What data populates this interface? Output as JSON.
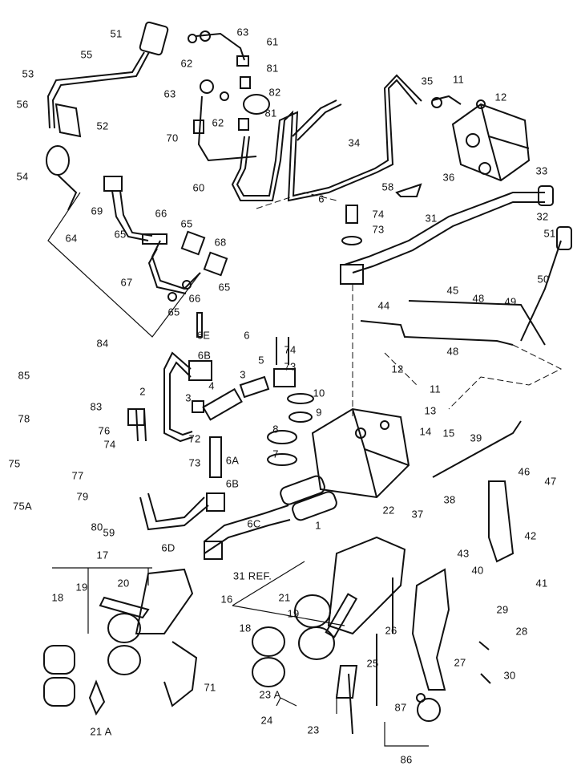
{
  "callouts": [
    "51",
    "55",
    "53",
    "56",
    "52",
    "54",
    "63",
    "62",
    "61",
    "81",
    "82",
    "63",
    "62",
    "81",
    "70",
    "60",
    "34",
    "35",
    "11",
    "12",
    "36",
    "33",
    "32",
    "51",
    "58",
    "31",
    "6",
    "74",
    "73",
    "64",
    "69",
    "66",
    "65",
    "65",
    "68",
    "67",
    "65",
    "66",
    "65",
    "84",
    "85",
    "78",
    "83",
    "76",
    "75",
    "77",
    "79",
    "75A",
    "80",
    "6E",
    "6B",
    "6",
    "74",
    "5",
    "73",
    "3",
    "2",
    "4",
    "3",
    "10",
    "9",
    "8",
    "7",
    "72",
    "74",
    "73",
    "6A",
    "6B",
    "59",
    "6C",
    "6D",
    "31 REF.",
    "1",
    "44",
    "45",
    "48",
    "49",
    "50",
    "48",
    "12",
    "11",
    "13",
    "14",
    "15",
    "39",
    "37",
    "38",
    "22",
    "46",
    "47",
    "43",
    "42",
    "40",
    "41",
    "17",
    "20",
    "19",
    "18",
    "16",
    "21",
    "19",
    "18",
    "26",
    "29",
    "28",
    "30",
    "25",
    "27",
    "71",
    "21 A",
    "23 A",
    "24",
    "23",
    "87",
    "86"
  ],
  "colors": {
    "ink": "#111111",
    "background": "#ffffff"
  }
}
